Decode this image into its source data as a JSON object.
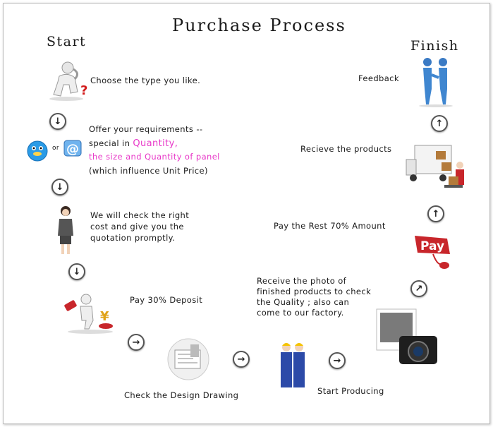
{
  "title": "Purchase Process",
  "start_label": "Start",
  "finish_label": "Finish",
  "steps": {
    "choose": "Choose the type you like.",
    "offer_line1": "Offer your requirements --",
    "offer_line2_prefix": "special in ",
    "offer_line2_highlight": "Quantity,",
    "offer_line3": "the size and Quantity of panel",
    "offer_line4": "(which influence Unit Price)",
    "or_label": "or",
    "check_line1": "We will check the right",
    "check_line2": "cost and give you the",
    "check_line3": "quotation promptly.",
    "deposit": "Pay 30% Deposit",
    "design": "Check the Design Drawing",
    "producing": "Start Producing",
    "photo_line1": "Receive the photo of",
    "photo_line2": "finished products to check",
    "photo_line3": "the Quality ; also can",
    "photo_line4": "come to our factory.",
    "pay_rest": "Pay the Rest 70% Amount",
    "receive": "Recieve the products",
    "feedback": "Feedback"
  },
  "pay_sign_text": "Pay",
  "yen_symbol": "¥",
  "colors": {
    "highlight": "#e838c8",
    "text": "#1a1a1a",
    "arrow_border": "#555555"
  },
  "icons": {
    "down_arrow": "↓",
    "right_arrow": "→",
    "up_arrow": "↑",
    "diag_arrow": "↗"
  }
}
